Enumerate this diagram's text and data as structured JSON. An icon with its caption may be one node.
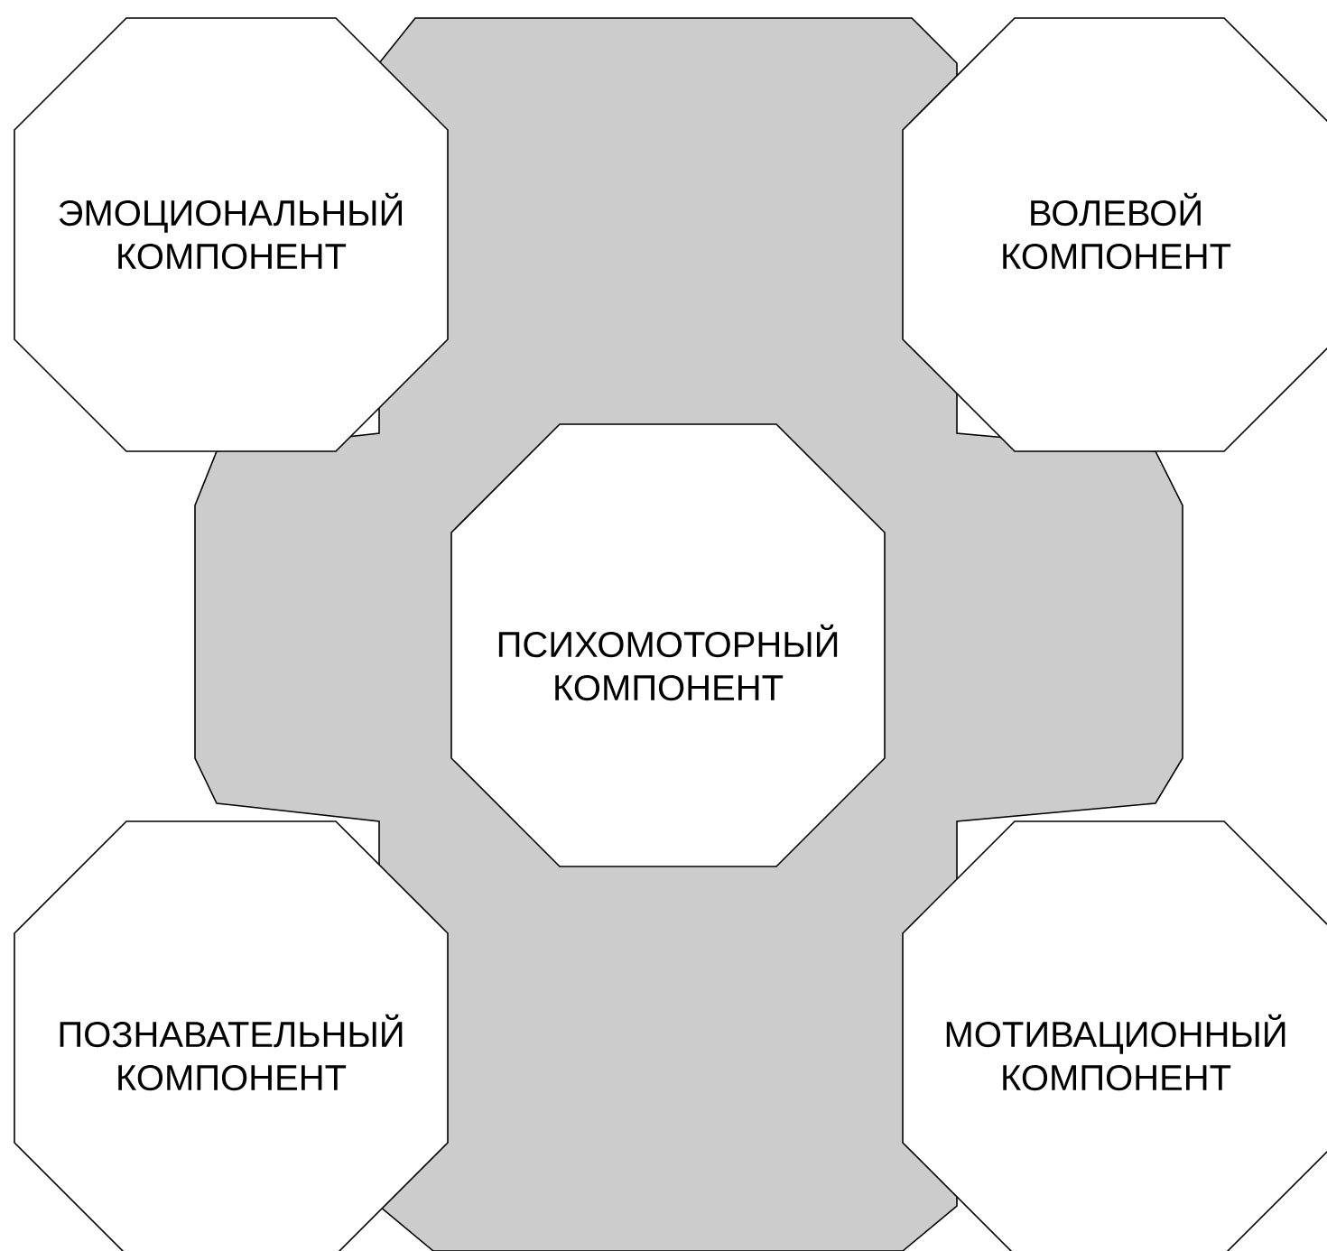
{
  "diagram": {
    "nodes": [
      {
        "text": [],
        "shape": "octagon"
      },
      {
        "text": [
          "ЭМОЦИОНАЛЬНЫЙ КОМПОНЕНТ"
        ]
      },
      {
        "text": [
          "ВОЛЕВОЙ КОМПОНЕНТ"
        ]
      },
      {
        "text": [
          "ПСИХОМОТОРНЫЙ КОМПОНЕНТ"
        ],
        "in": 0
      },
      {
        "text": [
          "ПОЗНАВАТЕЛЬНЫЙ КОМПОНЕНТ"
        ]
      },
      {
        "text": [
          "МОТИВАЦИОННЫЙ КОМПОНЕНТ"
        ]
      }
    ]
  }
}
